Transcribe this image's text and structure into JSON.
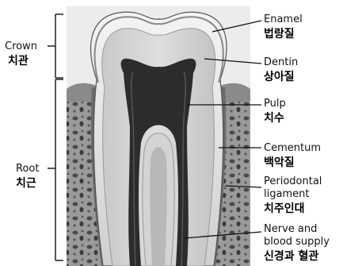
{
  "labels": {
    "crown": {
      "en": "Crown",
      "ko": "치관"
    },
    "root": {
      "en": "Root",
      "ko": "치근"
    },
    "enamel": {
      "en": "Enamel",
      "ko": "법랑질"
    },
    "dentin": {
      "en": "Dentin",
      "ko": "상아질"
    },
    "pulp": {
      "en": "Pulp",
      "ko": "치수"
    },
    "cementum": {
      "en": "Cementum",
      "ko": "백악질"
    },
    "periodontal": {
      "en1": "Periodontal",
      "en2": "ligament",
      "ko": "치주인대"
    },
    "nerve": {
      "en1": "Nerve and",
      "en2": "blood supply",
      "ko": "신경과 혈관"
    }
  }
}
